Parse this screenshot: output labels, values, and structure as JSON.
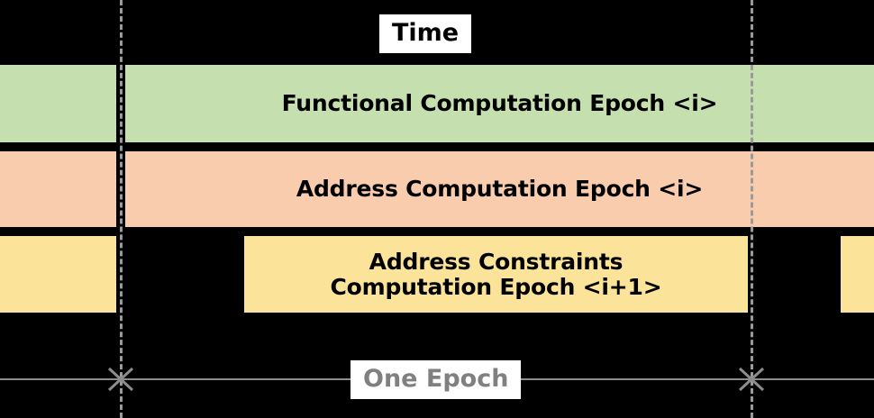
{
  "diagram": {
    "title_caption": "Time",
    "span_caption": "One Epoch",
    "colors": {
      "background": "#000000",
      "functional_band": "#c5dfae",
      "address_band": "#f8ccac",
      "constraints_band": "#fce39a",
      "guide_line": "#9a9a9a",
      "measure_line": "#8c8c8c",
      "caption_text": "#000000",
      "span_caption_text": "#808080"
    },
    "lanes": [
      {
        "name": "functional-computation",
        "label": "Functional Computation Epoch <i>",
        "color": "#c5dfae"
      },
      {
        "name": "address-computation",
        "label": "Address Computation Epoch <i>",
        "color": "#f8ccac"
      },
      {
        "name": "address-constraints-computation",
        "label": "Address Constraints\nComputation Epoch <i+1>",
        "color": "#fce39a"
      }
    ]
  }
}
